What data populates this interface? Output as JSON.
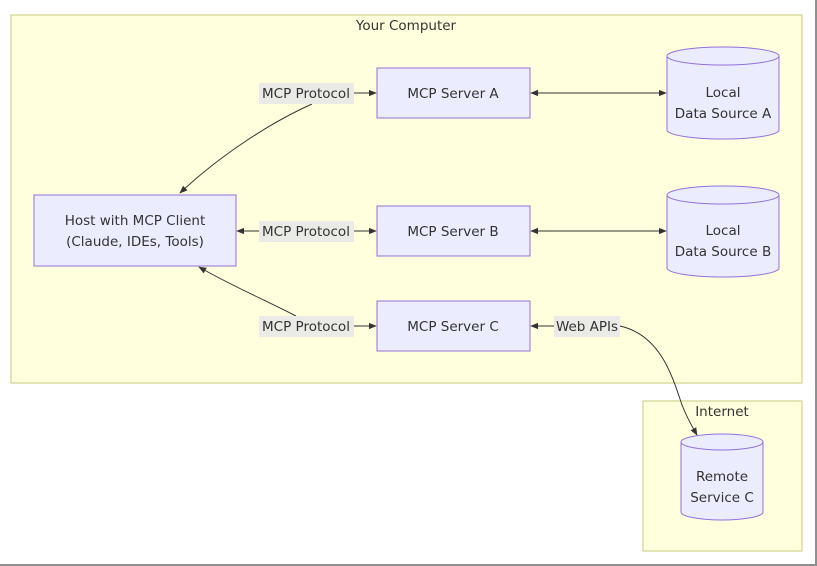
{
  "clusters": {
    "computer": {
      "title": "Your Computer"
    },
    "internet": {
      "title": "Internet"
    }
  },
  "nodes": {
    "host": {
      "line1": "Host with MCP Client",
      "line2": "(Claude, IDEs, Tools)"
    },
    "server_a": {
      "label": "MCP Server A"
    },
    "server_b": {
      "label": "MCP Server B"
    },
    "server_c": {
      "label": "MCP Server C"
    },
    "source_a": {
      "line1": "Local",
      "line2": "Data Source A"
    },
    "source_b": {
      "line1": "Local",
      "line2": "Data Source B"
    },
    "remote_c": {
      "line1": "Remote",
      "line2": "Service C"
    }
  },
  "edge_labels": {
    "host_a": "MCP Protocol",
    "host_b": "MCP Protocol",
    "host_c": "MCP Protocol",
    "c_remote": "Web APIs"
  },
  "colors": {
    "cluster_fill": "#ffffde",
    "cluster_stroke": "#c8c87a",
    "node_fill": "#ececff",
    "node_stroke": "#9370db",
    "edge": "#333333"
  }
}
